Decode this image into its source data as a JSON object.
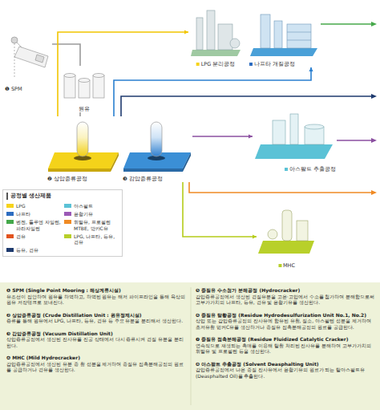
{
  "diagram": {
    "nodes": [
      {
        "text": [
          "❶ SPM"
        ]
      },
      {
        "text": [
          "원유"
        ]
      },
      {
        "text": [
          "❷ 상압증류공정"
        ]
      },
      {
        "text": [
          "❸ 감압증류공정"
        ]
      },
      {
        "text": [
          "LPG 분리공정"
        ]
      },
      {
        "text": [
          "나프타 개질공정"
        ]
      },
      {
        "text": [
          "아스팔트 추출공정"
        ]
      },
      {
        "text": [
          "MHC"
        ]
      },
      {
        "text": [
          "❶ SPM (Single Point Mooring : 해상계류시설)",
          "유조선이 접안하여 원유를 하역하고, 하역된 원유는 해저 파이프라인을 통해 육상의 원유 저장탱크로 보내진다."
        ]
      },
      {
        "text": [
          "❷ 상압증류공정 (Crude Distillation Unit : 원유정제시설)",
          "증류를 통해 원유에서 LPG, 나프타, 등유, 경유 등 주요 유분을 분리해서 생산한다."
        ]
      },
      {
        "text": [
          "❸ 감압증류공정 (Vacuum Distillation Unit)",
          "상압증류공정에서 생산된 잔사유를 진공 상태에서 다시 증류시켜 경질 유분을 분리한다."
        ]
      },
      {
        "text": [
          "❹ MHC (Mild Hydrocracker)",
          "감압증류공정에서 생산된 유분 중 황 성분을 제거하여 중질유 접촉분해공정의 원료를 공급하거나 경유를 생산한다."
        ]
      },
      {
        "text": [
          "❺ 중질유 수소첨가 분해공정 (Hydrocracker)",
          "감압증류공정에서 생산된 경질유분을 고온·고압에서 수소를 첨가하여 분해함으로써 고부가가치의 나프타, 등유, 경유 및 윤활기유를 생산한다."
        ]
      },
      {
        "text": [
          "❻ 중질유 탈황공정 (Residue Hydrodesulfurization Unit No.1, No.2)",
          "상압 또는 감압증류공정의 잔사유에 함유된 유황, 질소, 아스팔텐 성분을 제거하여 초저유황 벙커C유를 생산하거나 중질유 접촉분해공정의 원료를 공급한다."
        ]
      },
      {
        "text": [
          "❼ 중질유 접촉분해공정 (Residue Fluidized Catalytic Cracker)",
          "연속적으로 재생되는 촉매를 이용해 탈황 처리된 잔사유를 분해하여 고부가가치의 휘발유 및 프로필렌 등을 생산한다."
        ]
      },
      {
        "text": [
          "❽ 아스팔트 추출공정 (Solvent Deasphalting Unit)",
          "감압증류공정에서 나온 중질 잔사유에서 윤활기유의 원료가 되는 탈아스팔트유(Deasphalted Oil)를 추출한다."
        ]
      }
    ],
    "edges": [
      {
        "from": 0,
        "to": 1,
        "arrow": "none"
      },
      {
        "from": 1,
        "to": 2,
        "arrow": "none"
      },
      {
        "from": 2,
        "to": 4,
        "arrow": "to"
      },
      {
        "from": 2,
        "to": 5,
        "arrow": "to"
      },
      {
        "from": 3,
        "to": 6,
        "arrow": "to"
      },
      {
        "from": 3,
        "to": 7,
        "arrow": "to"
      }
    ],
    "labels": [
      "공정별 생산제품"
    ],
    "legend": [
      {
        "text": "LPG",
        "color": "#f6d31b"
      },
      {
        "text": "아스팔트",
        "color": "#5bc2d6"
      },
      {
        "text": "나프타",
        "color": "#2d6cc0"
      },
      {
        "text": "윤활기유",
        "color": "#9b59b6"
      },
      {
        "text": "벤젠, 톨루엔 자일렌, 파라자일렌",
        "color": "#44a84a"
      },
      {
        "text": "휘발유, 프로필렌 MTBE, 방카C유",
        "color": "#f08a24"
      },
      {
        "text": "경유",
        "color": "#e2531d"
      },
      {
        "text": "LPG, 나프타, 등유, 경유",
        "color": "#b7cf2a"
      },
      {
        "text": "등유, 경유",
        "color": "#1e3a6e"
      }
    ]
  }
}
